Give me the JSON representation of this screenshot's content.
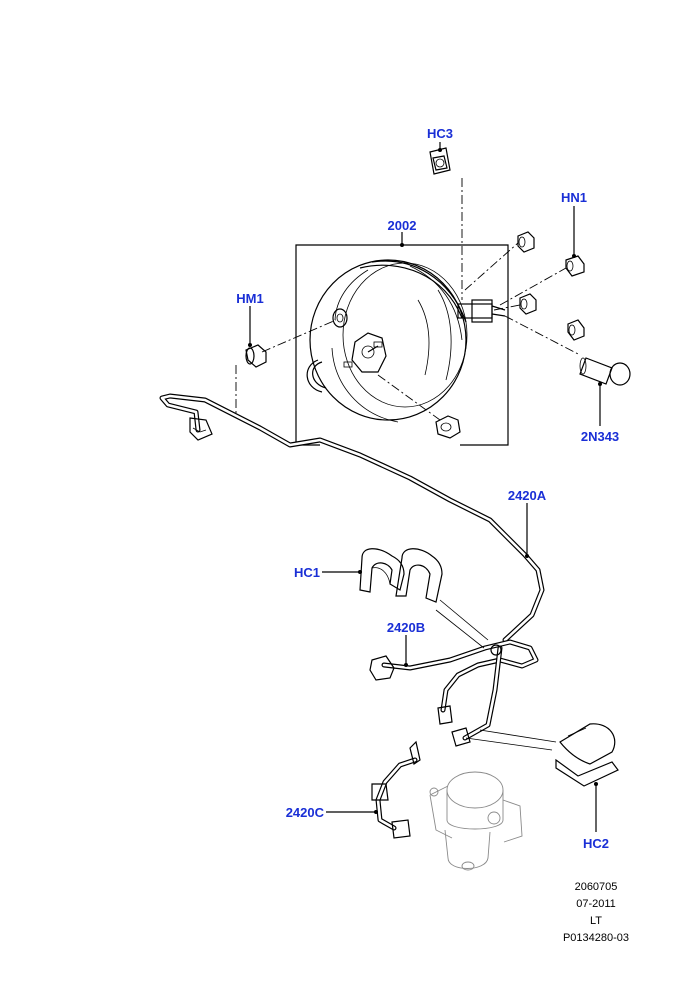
{
  "callouts": {
    "hc3": "HC3",
    "hn1": "HN1",
    "p2002": "2002",
    "hm1": "HM1",
    "p2n343": "2N343",
    "p2420a": "2420A",
    "hc1": "HC1",
    "p2420b": "2420B",
    "p2420c": "2420C",
    "hc2": "HC2"
  },
  "footer": {
    "line1": "2060705",
    "line2": "07-2011",
    "line3": "LT",
    "line4": "P0134280-03"
  },
  "colors": {
    "label": "#1a2fd6",
    "line": "#000000",
    "faded": "#8a8a8a"
  }
}
